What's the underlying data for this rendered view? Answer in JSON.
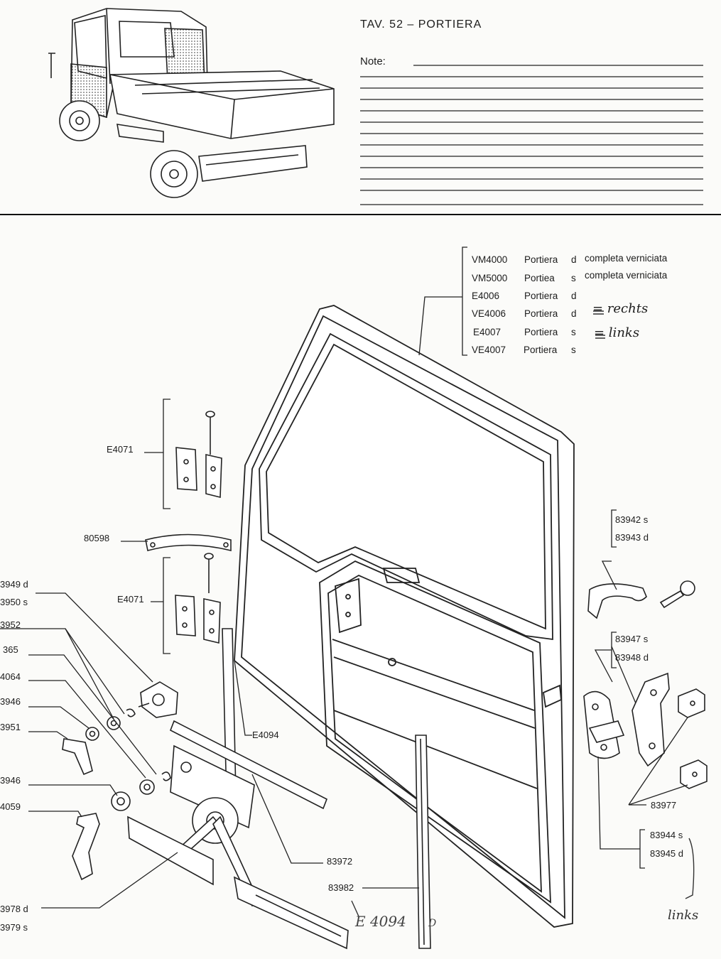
{
  "header": {
    "title": "TAV. 52 – PORTIERA",
    "note_label": "Note:"
  },
  "parts_table": [
    {
      "code": "VM4000",
      "name": "Portiera",
      "side": "d",
      "desc": "completa verniciata",
      "hand": ""
    },
    {
      "code": "VM5000",
      "name": "Portiea",
      "side": "s",
      "desc": "completa verniciata",
      "hand": ""
    },
    {
      "code": "E4006",
      "name": "Portiera",
      "side": "d",
      "desc": "",
      "hand": ""
    },
    {
      "code": "VE4006",
      "name": "Portiera",
      "side": "d",
      "desc": "",
      "hand": "= rechts"
    },
    {
      "code": "E4007",
      "name": "Portiera",
      "side": "s",
      "desc": "",
      "hand": "= links"
    },
    {
      "code": "VE4007",
      "name": "Portiera",
      "side": "s",
      "desc": "",
      "hand": ""
    }
  ],
  "labels": {
    "hinge_upper": "E4071",
    "strap": "80598",
    "hinge_lower": "E4071",
    "rod": "E4094",
    "regulator": "83972",
    "channel": "83982",
    "handle_s": "83942 s",
    "handle_d": "83943 d",
    "lock_s": "83947  s",
    "lock_d": "83948  d",
    "pad": "83977",
    "striker_s": "83944 s",
    "striker_d": "83945  d",
    "l_3949": "3949 d",
    "l_3950": "3950  s",
    "l_3952": "3952",
    "l_365": "365",
    "l_4064": "4064",
    "l_3946a": "3946",
    "l_3951": "3951",
    "l_3946b": "3946",
    "l_4059": "4059",
    "l_3978": "3978  d",
    "l_3979": "3979  s"
  },
  "handwriting": {
    "bottom": "E 4094",
    "bottom_d": "D",
    "links": "links"
  }
}
